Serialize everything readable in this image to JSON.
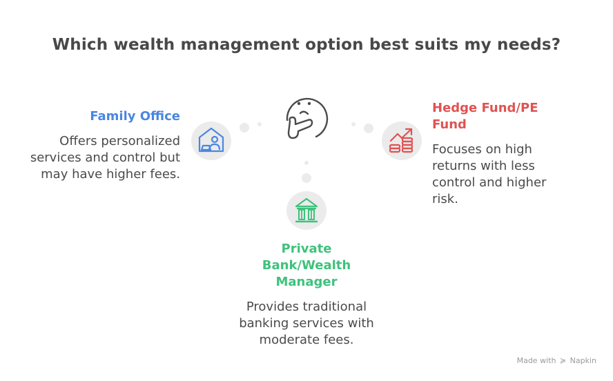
{
  "title": "Which wealth management option best suits my needs?",
  "center_icon": "thinking-face-icon",
  "options": [
    {
      "id": "family-office",
      "heading": "Family Office",
      "description": "Offers personalized services and control but may have higher fees.",
      "icon": "home-office-icon",
      "color": "#4a86e0"
    },
    {
      "id": "hedge-fund",
      "heading": "Hedge Fund/PE Fund",
      "description": "Focuses on high returns with less control and higher risk.",
      "icon": "growth-coins-icon",
      "color": "#e05252"
    },
    {
      "id": "private-bank",
      "heading": "Private Bank/Wealth Manager",
      "description": "Provides traditional banking services with moderate fees.",
      "icon": "bank-building-icon",
      "color": "#3ec27c"
    }
  ],
  "footer": {
    "made_with": "Made with",
    "brand": "Napkin"
  }
}
